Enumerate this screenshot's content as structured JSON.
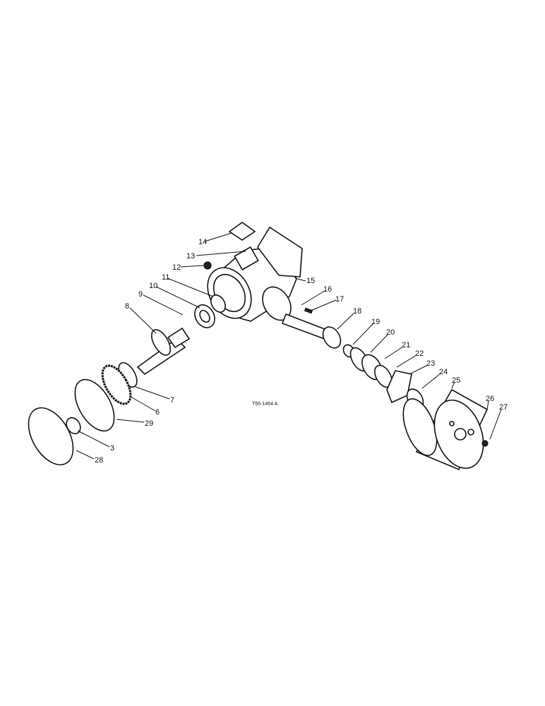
{
  "diagram": {
    "reference_code": "T55-1464 A",
    "callouts": [
      {
        "label": "14"
      },
      {
        "label": "13"
      },
      {
        "label": "12"
      },
      {
        "label": "11"
      },
      {
        "label": "10"
      },
      {
        "label": "9"
      },
      {
        "label": "8"
      },
      {
        "label": "7"
      },
      {
        "label": "6"
      },
      {
        "label": "29"
      },
      {
        "label": "3"
      },
      {
        "label": "28"
      },
      {
        "label": "15"
      },
      {
        "label": "16"
      },
      {
        "label": "17"
      },
      {
        "label": "18"
      },
      {
        "label": "19"
      },
      {
        "label": "20"
      },
      {
        "label": "21"
      },
      {
        "label": "22"
      },
      {
        "label": "23"
      },
      {
        "label": "24"
      },
      {
        "label": "25"
      },
      {
        "label": "26"
      },
      {
        "label": "27"
      }
    ]
  }
}
